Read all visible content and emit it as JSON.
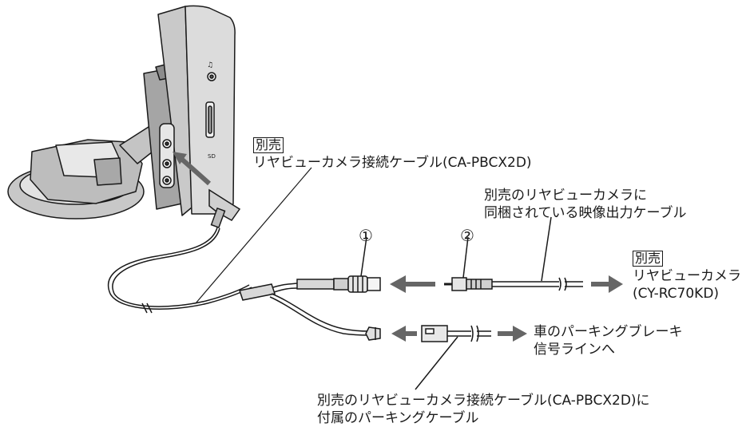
{
  "labels": {
    "cable_main_tag": "別売",
    "cable_main_name": "リヤビューカメラ接続ケーブル(CA-PBCX2D)",
    "video_cable_line1": "別売のリヤビューカメラに",
    "video_cable_line2": "同梱されている映像出力ケーブル",
    "camera_tag": "別売",
    "camera_line1": "リヤビューカメラ",
    "camera_line2": "(CY-RC70KD)",
    "brake_line1": "車のパーキングブレーキ",
    "brake_line2": "信号ラインへ",
    "parking_cable_line1": "別売のリヤビューカメラ接続ケーブル(CA-PBCX2D)に",
    "parking_cable_line2": "付属のパーキングケーブル",
    "marker_1": "①",
    "marker_2": "②"
  },
  "colors": {
    "line": "#1a1a1a",
    "device_fill": "#d8d8d8",
    "device_dark": "#9a9a9a",
    "arrow": "#666666"
  }
}
